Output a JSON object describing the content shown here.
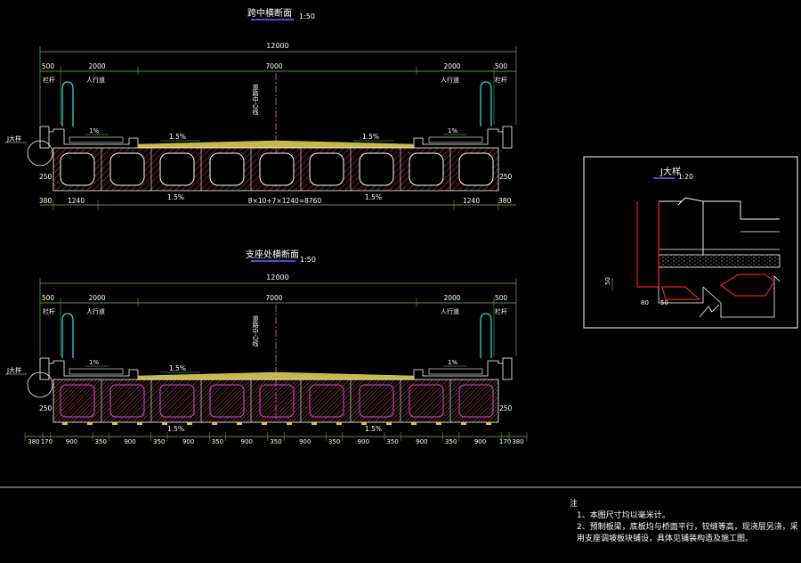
{
  "top_section": {
    "title": "跨中横断面",
    "scale": "1:50",
    "total_width": "12000",
    "seg_500_left": "500",
    "seg_2000_left": "2000",
    "seg_7000": "7000",
    "seg_2000_right": "2000",
    "seg_500_right": "500",
    "rail_left": "栏杆",
    "sidewalk_left": "人行道",
    "sidewalk_right": "人行道",
    "rail_right": "栏杆",
    "road_center": "道路中心线",
    "slope_sidewalk": "1%",
    "slope_road": "1.5%",
    "detail_callout": "J大样",
    "height_250": "250",
    "bottom_380_left": "380",
    "bottom_1240_left": "1240",
    "bottom_formula": "8×10+7×1240=8760",
    "bottom_1240_right": "1240",
    "bottom_380_right": "380"
  },
  "support_section": {
    "title": "支座处横断面",
    "scale": "1:50",
    "total_width": "12000",
    "seg_500_left": "500",
    "seg_2000_left": "2000",
    "seg_7000": "7000",
    "seg_2000_right": "2000",
    "seg_500_right": "500",
    "rail_left": "栏杆",
    "sidewalk_left": "人行道",
    "sidewalk_right": "人行道",
    "rail_right": "栏杆",
    "road_center": "道路中心线",
    "slope_sidewalk": "1%",
    "slope_road": "1.5%",
    "detail_callout": "J大样",
    "height_250": "250",
    "bottom_dims": [
      "380",
      "170",
      "900",
      "350",
      "900",
      "350",
      "900",
      "350",
      "900",
      "350",
      "900",
      "350",
      "900",
      "350",
      "900",
      "350",
      "900",
      "170",
      "380"
    ]
  },
  "detail": {
    "title": "J大样",
    "scale": "1:20",
    "dim_50_vertical": "50",
    "dim_80": "80",
    "dim_50": "50"
  },
  "notes": {
    "heading": "注",
    "line1": "1、本图尺寸均以毫米计。",
    "line2": "2、预制板梁，底板均与桥面平行，铰缝等高，现浇层另浇，采用支座调坡板块铺设，具体见铺装构造及施工图。"
  },
  "colors": {
    "background": "#000000",
    "line": "#ffffff",
    "hatch": "#d22a2a",
    "axis": "#e040e0",
    "rail": "#30d0e0",
    "title_underline": "#5a6cff",
    "dim_green": "#6acd4a",
    "asphalt": "#c8b84a",
    "bearing": "#e0c040"
  }
}
